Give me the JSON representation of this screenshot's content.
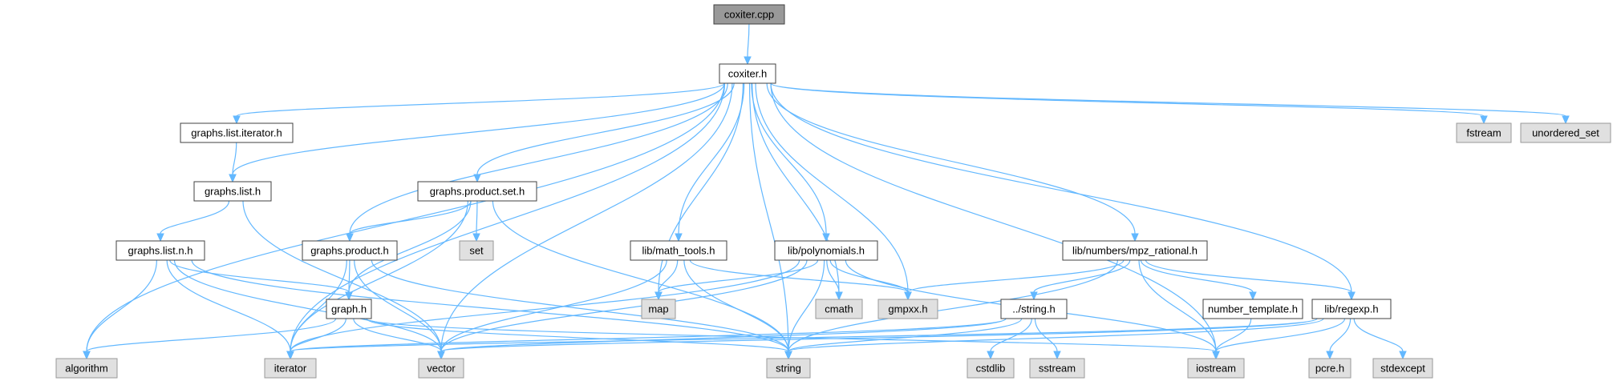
{
  "graph": {
    "edge_color": "#63b8ff",
    "header_fill": "#ffffff",
    "system_fill": "#e0e0e0",
    "root_fill": "#999999",
    "nodes": [
      {
        "id": "coxiter_cpp",
        "label": "coxiter.cpp",
        "kind": "root"
      },
      {
        "id": "coxiter_h",
        "label": "coxiter.h",
        "kind": "header"
      },
      {
        "id": "graphs_list_iterator_h",
        "label": "graphs.list.iterator.h",
        "kind": "header"
      },
      {
        "id": "graphs_list_h",
        "label": "graphs.list.h",
        "kind": "header"
      },
      {
        "id": "graphs_product_set_h",
        "label": "graphs.product.set.h",
        "kind": "header"
      },
      {
        "id": "graphs_list_n_h",
        "label": "graphs.list.n.h",
        "kind": "header"
      },
      {
        "id": "graphs_product_h",
        "label": "graphs.product.h",
        "kind": "header"
      },
      {
        "id": "graph_h",
        "label": "graph.h",
        "kind": "header"
      },
      {
        "id": "lib_math_tools_h",
        "label": "lib/math_tools.h",
        "kind": "header"
      },
      {
        "id": "lib_polynomials_h",
        "label": "lib/polynomials.h",
        "kind": "header"
      },
      {
        "id": "lib_numbers_mpz_rational_h",
        "label": "lib/numbers/mpz_rational.h",
        "kind": "header"
      },
      {
        "id": "string_h",
        "label": "../string.h",
        "kind": "header"
      },
      {
        "id": "number_template_h",
        "label": "number_template.h",
        "kind": "header"
      },
      {
        "id": "lib_regexp_h",
        "label": "lib/regexp.h",
        "kind": "header"
      },
      {
        "id": "set",
        "label": "set",
        "kind": "system"
      },
      {
        "id": "fstream",
        "label": "fstream",
        "kind": "system"
      },
      {
        "id": "unordered_set",
        "label": "unordered_set",
        "kind": "system"
      },
      {
        "id": "map",
        "label": "map",
        "kind": "system"
      },
      {
        "id": "cmath",
        "label": "cmath",
        "kind": "system"
      },
      {
        "id": "gmpxx_h",
        "label": "gmpxx.h",
        "kind": "system"
      },
      {
        "id": "algorithm",
        "label": "algorithm",
        "kind": "system"
      },
      {
        "id": "iterator",
        "label": "iterator",
        "kind": "system"
      },
      {
        "id": "vector",
        "label": "vector",
        "kind": "system"
      },
      {
        "id": "string",
        "label": "string",
        "kind": "system"
      },
      {
        "id": "cstdlib",
        "label": "cstdlib",
        "kind": "system"
      },
      {
        "id": "sstream",
        "label": "sstream",
        "kind": "system"
      },
      {
        "id": "iostream",
        "label": "iostream",
        "kind": "system"
      },
      {
        "id": "pcre_h",
        "label": "pcre.h",
        "kind": "system"
      },
      {
        "id": "stdexcept",
        "label": "stdexcept",
        "kind": "system"
      }
    ],
    "edges": [
      [
        "coxiter_cpp",
        "coxiter_h"
      ],
      [
        "coxiter_h",
        "graphs_list_iterator_h"
      ],
      [
        "coxiter_h",
        "graphs_list_h"
      ],
      [
        "coxiter_h",
        "graphs_product_set_h"
      ],
      [
        "coxiter_h",
        "graphs_product_h"
      ],
      [
        "coxiter_h",
        "lib_math_tools_h"
      ],
      [
        "coxiter_h",
        "lib_polynomials_h"
      ],
      [
        "coxiter_h",
        "lib_numbers_mpz_rational_h"
      ],
      [
        "coxiter_h",
        "lib_regexp_h"
      ],
      [
        "coxiter_h",
        "fstream"
      ],
      [
        "coxiter_h",
        "unordered_set"
      ],
      [
        "coxiter_h",
        "map"
      ],
      [
        "coxiter_h",
        "cmath"
      ],
      [
        "coxiter_h",
        "gmpxx_h"
      ],
      [
        "coxiter_h",
        "algorithm"
      ],
      [
        "coxiter_h",
        "iterator"
      ],
      [
        "coxiter_h",
        "vector"
      ],
      [
        "coxiter_h",
        "string"
      ],
      [
        "coxiter_h",
        "iostream"
      ],
      [
        "graphs_list_iterator_h",
        "graphs_list_h"
      ],
      [
        "graphs_list_h",
        "graphs_list_n_h"
      ],
      [
        "graphs_list_h",
        "vector"
      ],
      [
        "graphs_list_n_h",
        "graph_h"
      ],
      [
        "graphs_list_n_h",
        "algorithm"
      ],
      [
        "graphs_list_n_h",
        "iterator"
      ],
      [
        "graphs_list_n_h",
        "vector"
      ],
      [
        "graphs_list_n_h",
        "string"
      ],
      [
        "graphs_product_set_h",
        "graphs_product_h"
      ],
      [
        "graphs_product_set_h",
        "graph_h"
      ],
      [
        "graphs_product_set_h",
        "set"
      ],
      [
        "graphs_product_set_h",
        "iterator"
      ],
      [
        "graphs_product_set_h",
        "string"
      ],
      [
        "graphs_product_h",
        "graph_h"
      ],
      [
        "graphs_product_h",
        "iterator"
      ],
      [
        "graphs_product_h",
        "vector"
      ],
      [
        "graphs_product_h",
        "string"
      ],
      [
        "graph_h",
        "algorithm"
      ],
      [
        "graph_h",
        "iterator"
      ],
      [
        "graph_h",
        "vector"
      ],
      [
        "graph_h",
        "string"
      ],
      [
        "graph_h",
        "iostream"
      ],
      [
        "lib_math_tools_h",
        "map"
      ],
      [
        "lib_math_tools_h",
        "gmpxx_h"
      ],
      [
        "lib_math_tools_h",
        "vector"
      ],
      [
        "lib_math_tools_h",
        "string"
      ],
      [
        "lib_polynomials_h",
        "map"
      ],
      [
        "lib_polynomials_h",
        "cmath"
      ],
      [
        "lib_polynomials_h",
        "gmpxx_h"
      ],
      [
        "lib_polynomials_h",
        "string"
      ],
      [
        "lib_polynomials_h",
        "vector"
      ],
      [
        "lib_polynomials_h",
        "iterator"
      ],
      [
        "lib_polynomials_h",
        "iostream"
      ],
      [
        "lib_numbers_mpz_rational_h",
        "gmpxx_h"
      ],
      [
        "lib_numbers_mpz_rational_h",
        "string_h"
      ],
      [
        "lib_numbers_mpz_rational_h",
        "number_template_h"
      ],
      [
        "lib_numbers_mpz_rational_h",
        "lib_regexp_h"
      ],
      [
        "lib_numbers_mpz_rational_h",
        "iostream"
      ],
      [
        "lib_numbers_mpz_rational_h",
        "string"
      ],
      [
        "string_h",
        "cstdlib"
      ],
      [
        "string_h",
        "sstream"
      ],
      [
        "string_h",
        "iterator"
      ],
      [
        "string_h",
        "vector"
      ],
      [
        "string_h",
        "string"
      ],
      [
        "number_template_h",
        "iostream"
      ],
      [
        "lib_regexp_h",
        "pcre_h"
      ],
      [
        "lib_regexp_h",
        "stdexcept"
      ],
      [
        "lib_regexp_h",
        "iostream"
      ],
      [
        "lib_regexp_h",
        "string"
      ],
      [
        "lib_regexp_h",
        "vector"
      ],
      [
        "lib_regexp_h",
        "iterator"
      ]
    ]
  }
}
